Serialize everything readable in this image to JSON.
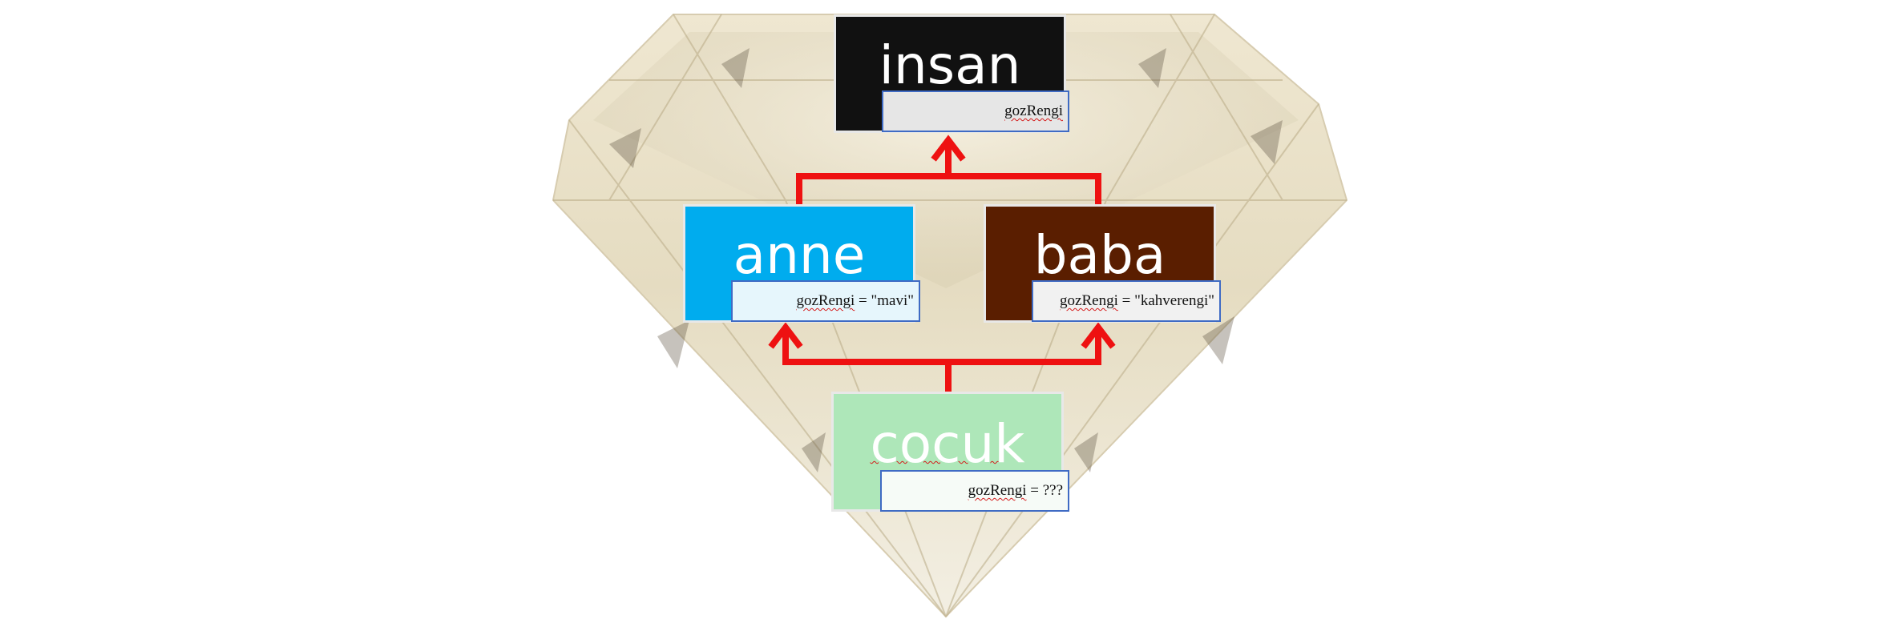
{
  "nodes": {
    "insan": {
      "name": "insan",
      "attr_name": "gozRengi",
      "attr_value": "",
      "color": "#111111",
      "attr_bg": "#e6e6e6"
    },
    "anne": {
      "name": "anne",
      "attr_name": "gozRengi",
      "attr_value": " = \"mavi\"",
      "color": "#00acee",
      "attr_bg": "#e6f6fc"
    },
    "baba": {
      "name": "baba",
      "attr_name": "gozRengi",
      "attr_value": " = \"kahverengi\"",
      "color": "#5a1e00",
      "attr_bg": "#f1f1f1"
    },
    "cocuk": {
      "name": "cocuk",
      "attr_name": "gozRengi",
      "attr_value": " = ???",
      "color": "#aee7b9",
      "attr_bg": "#f6fbf7"
    }
  },
  "colors": {
    "arrow": "#ee1111",
    "box_border": "#e8e8e8"
  }
}
